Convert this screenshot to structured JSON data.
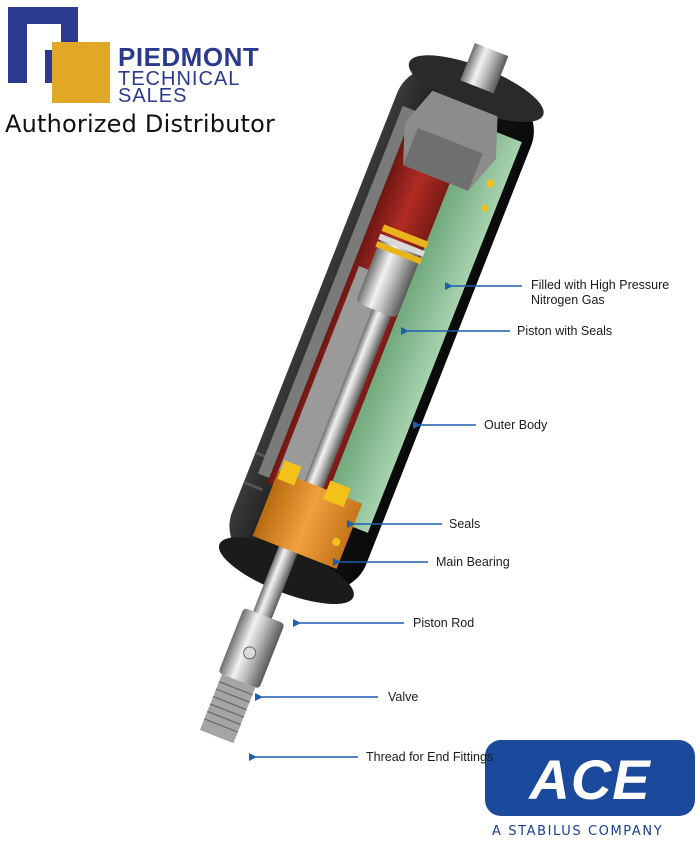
{
  "logo": {
    "name_line1": "PIEDMONT",
    "name_line2": "TECHNICAL",
    "name_line3": "SALES",
    "tagline": "Authorized Distributor",
    "brand_blue": "#2b3990",
    "brand_gold": "#e1a828"
  },
  "ace": {
    "wordmark": "ACE",
    "subtitle": "A STABILUS COMPANY",
    "color": "#1b4a9c"
  },
  "callouts": [
    {
      "text": "Filled with High Pressure",
      "text2": "Nitrogen Gas"
    },
    {
      "text": "Piston with Seals"
    },
    {
      "text": "Outer Body"
    },
    {
      "text": "Seals"
    },
    {
      "text": "Main Bearing"
    },
    {
      "text": "Piston Rod"
    },
    {
      "text": "Valve"
    },
    {
      "text": "Thread for End Fittings"
    }
  ],
  "colors": {
    "leader_line": "#1f5fae",
    "body_black": "#141414",
    "gas_green": "#7fb58a",
    "red_liner": "#b8302a",
    "bearing_orange": "#e08a1e",
    "seal_yellow": "#f2c21b"
  }
}
